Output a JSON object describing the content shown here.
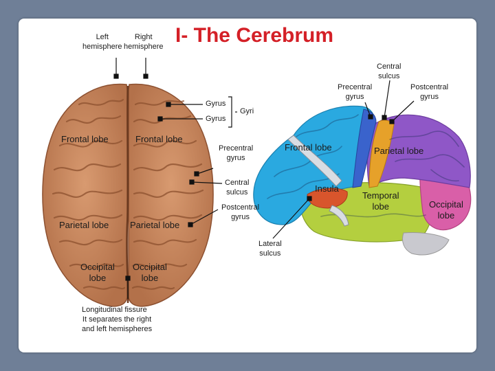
{
  "title": "I- The Cerebrum",
  "top_view": {
    "left_hemisphere": "Left\nhemisphere",
    "right_hemisphere": "Right\nhemisphere",
    "frontal_left": "Frontal lobe",
    "frontal_right": "Frontal lobe",
    "parietal_left": "Parietal lobe",
    "parietal_right": "Parietal lobe",
    "occipital_left": "Occipital\nlobe",
    "occipital_right": "Occipital\nlobe",
    "fissure_title": "Longitudinal fissure",
    "fissure_desc": "It separates the right\nand left hemispheres"
  },
  "center_labels": {
    "gyrus_1": "Gyrus",
    "gyrus_2": "Gyrus",
    "gyri": "Gyri",
    "precentral_gyrus": "Precentral\ngyrus",
    "central_sulcus": "Central\nsulcus",
    "postcentral_gyrus": "Postcentral\ngyrus",
    "lateral_sulcus": "Lateral\nsulcus"
  },
  "side_view": {
    "central_sulcus": "Central\nsulcus",
    "precentral_gyrus": "Precentral\ngyrus",
    "postcentral_gyrus": "Postcentral\ngyrus",
    "frontal_lobe": "Frontal lobe",
    "parietal_lobe": "Parietal lobe",
    "insula": "Insula",
    "temporal_lobe": "Temporal\nlobe",
    "occipital_lobe": "Occipital\nlobe"
  },
  "colors": {
    "title": "#d42027",
    "background": "#6f7f97",
    "frontal": "#2aa9e0",
    "parietal": "#8f57c7",
    "temporal": "#b4cf3f",
    "occipital": "#d95fa8",
    "insula": "#d8552c",
    "precentral": "#3a63cc",
    "postcentral": "#e6a12a",
    "brain_top": "#c9875d",
    "brain_top_dark": "#9a5a37"
  }
}
